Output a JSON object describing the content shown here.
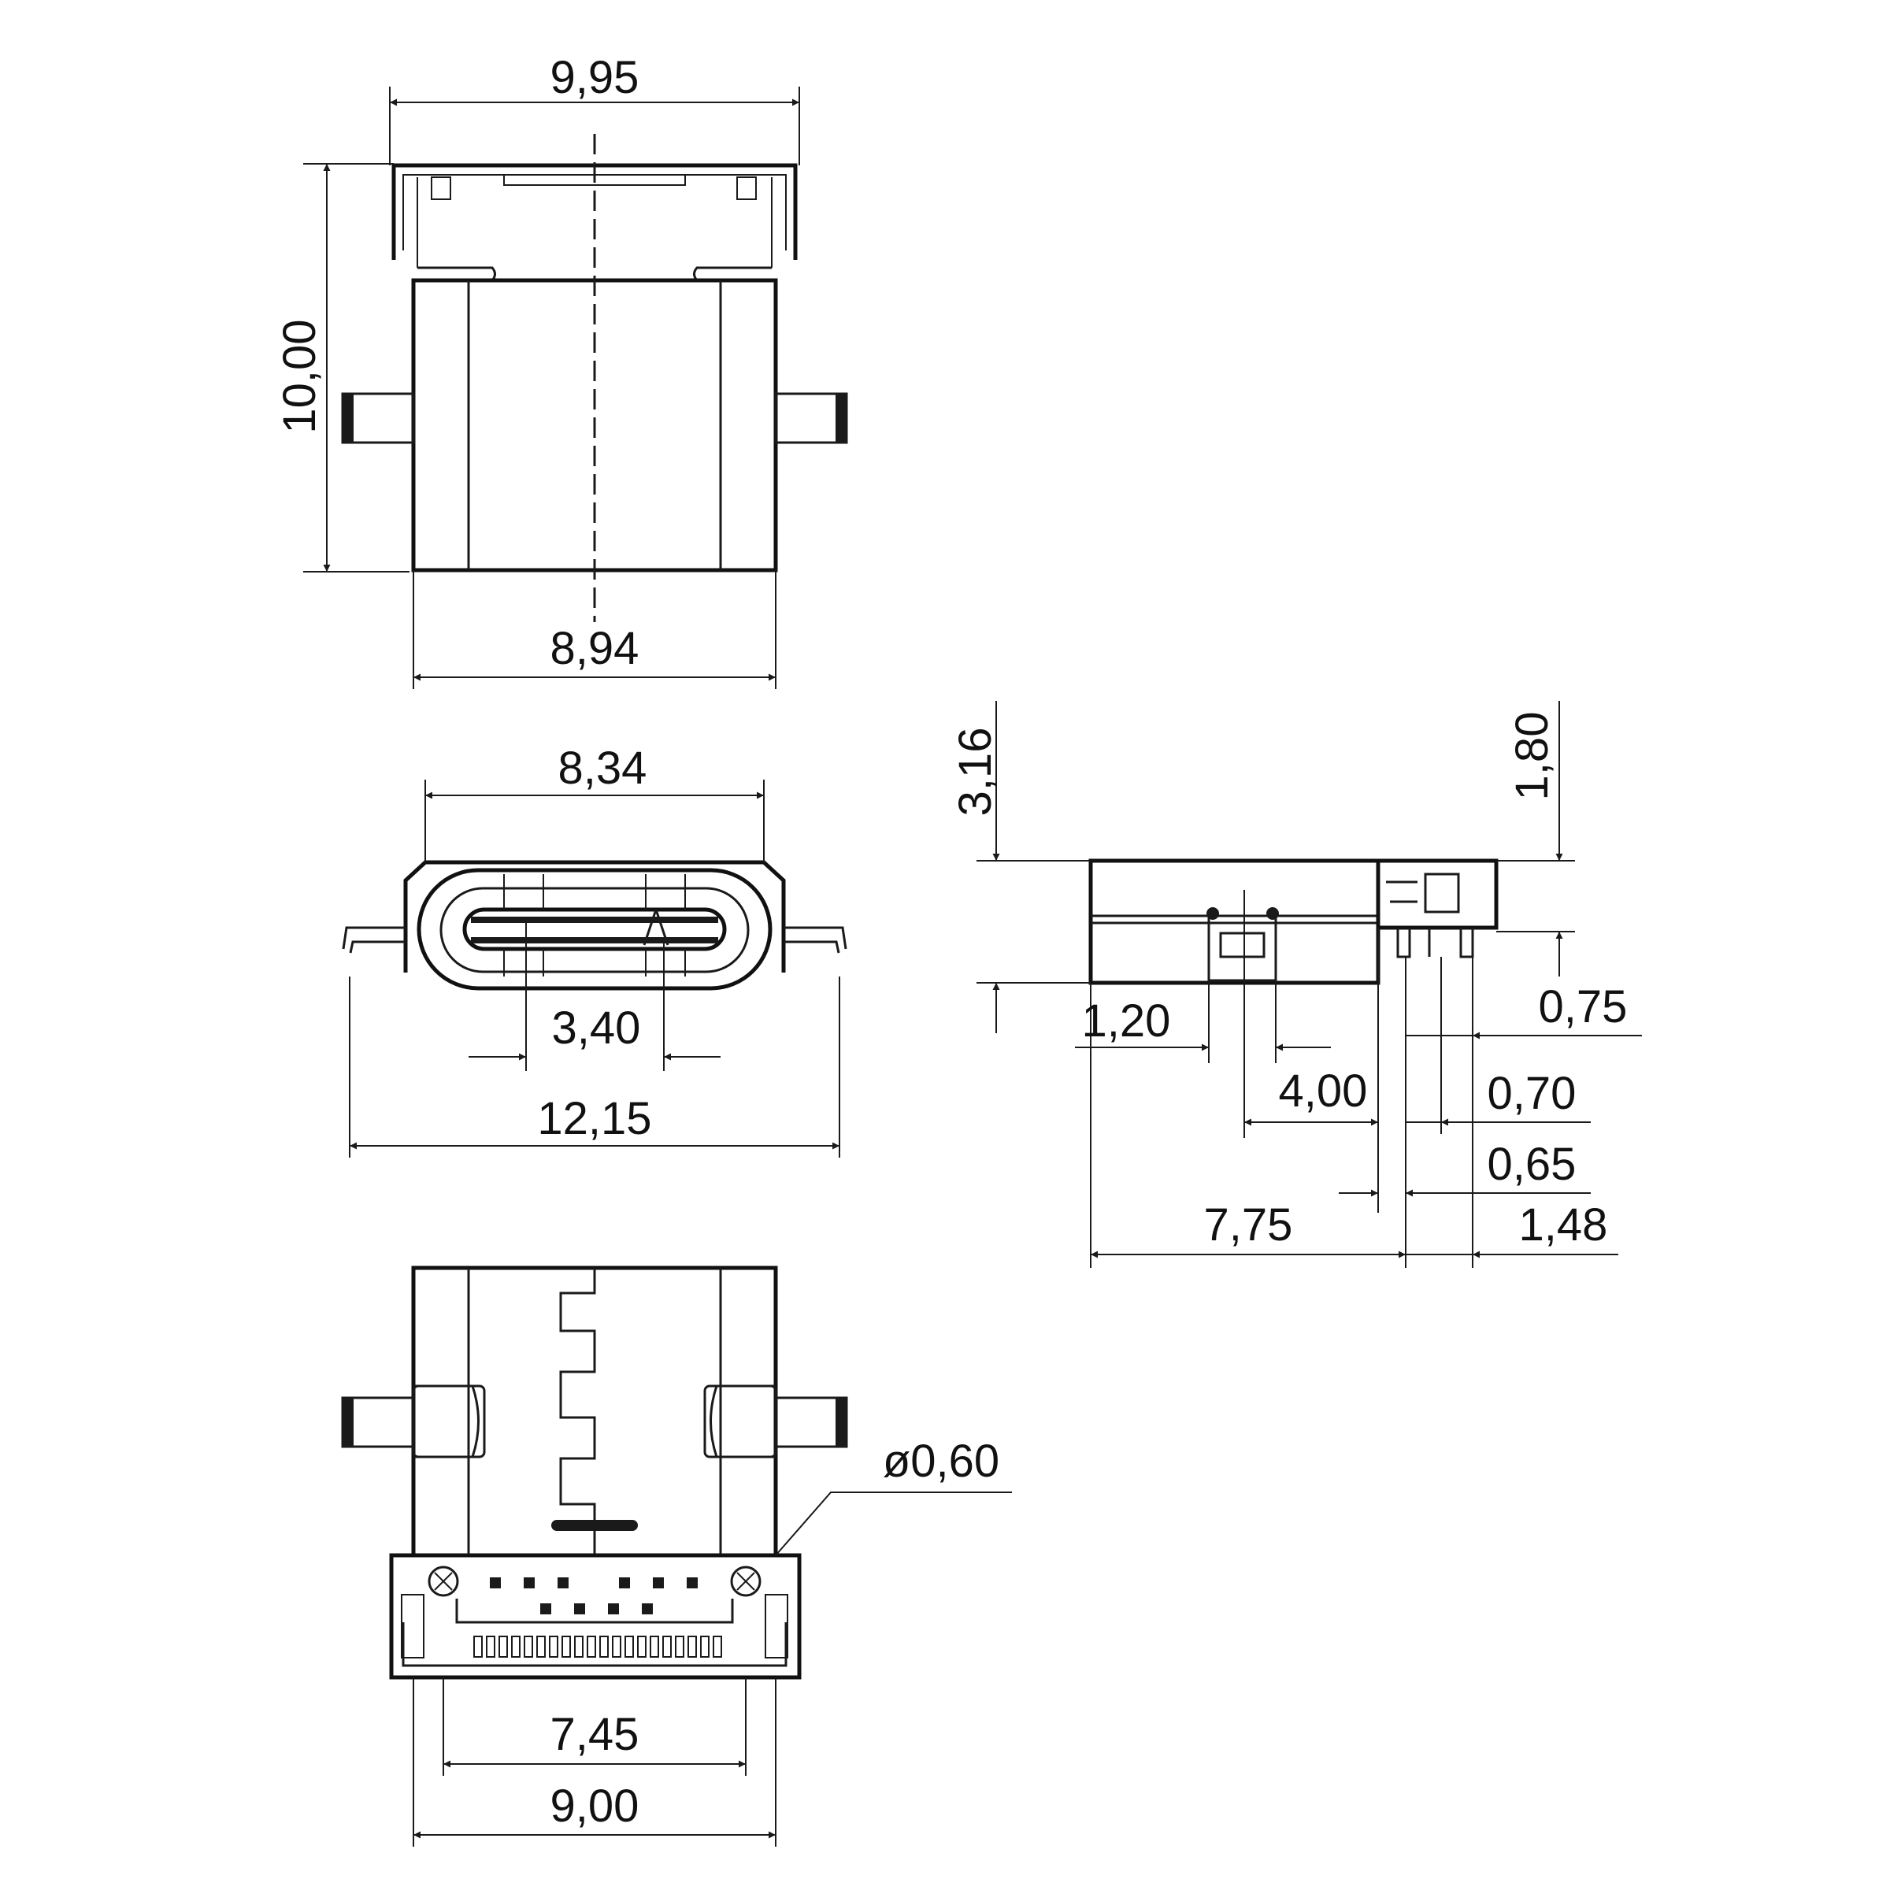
{
  "drawing": {
    "views": {
      "top": {
        "width_top": "9,95",
        "height": "10,00",
        "width_bottom": "8,94"
      },
      "front": {
        "opening_width": "8,34",
        "tongue_width": "3,40",
        "overall_width": "12,15"
      },
      "side": {
        "height_total": "3,16",
        "height_front": "1,80",
        "dim_1_20": "1,20",
        "dim_4_00": "4,00",
        "dim_0_75": "0,75",
        "dim_0_70": "0,70",
        "dim_0_65": "0,65",
        "dim_7_75": "7,75",
        "dim_1_48": "1,48"
      },
      "bottom": {
        "hole_diameter": "ø0,60",
        "pitch_width": "7,45",
        "body_width": "9,00"
      }
    }
  }
}
